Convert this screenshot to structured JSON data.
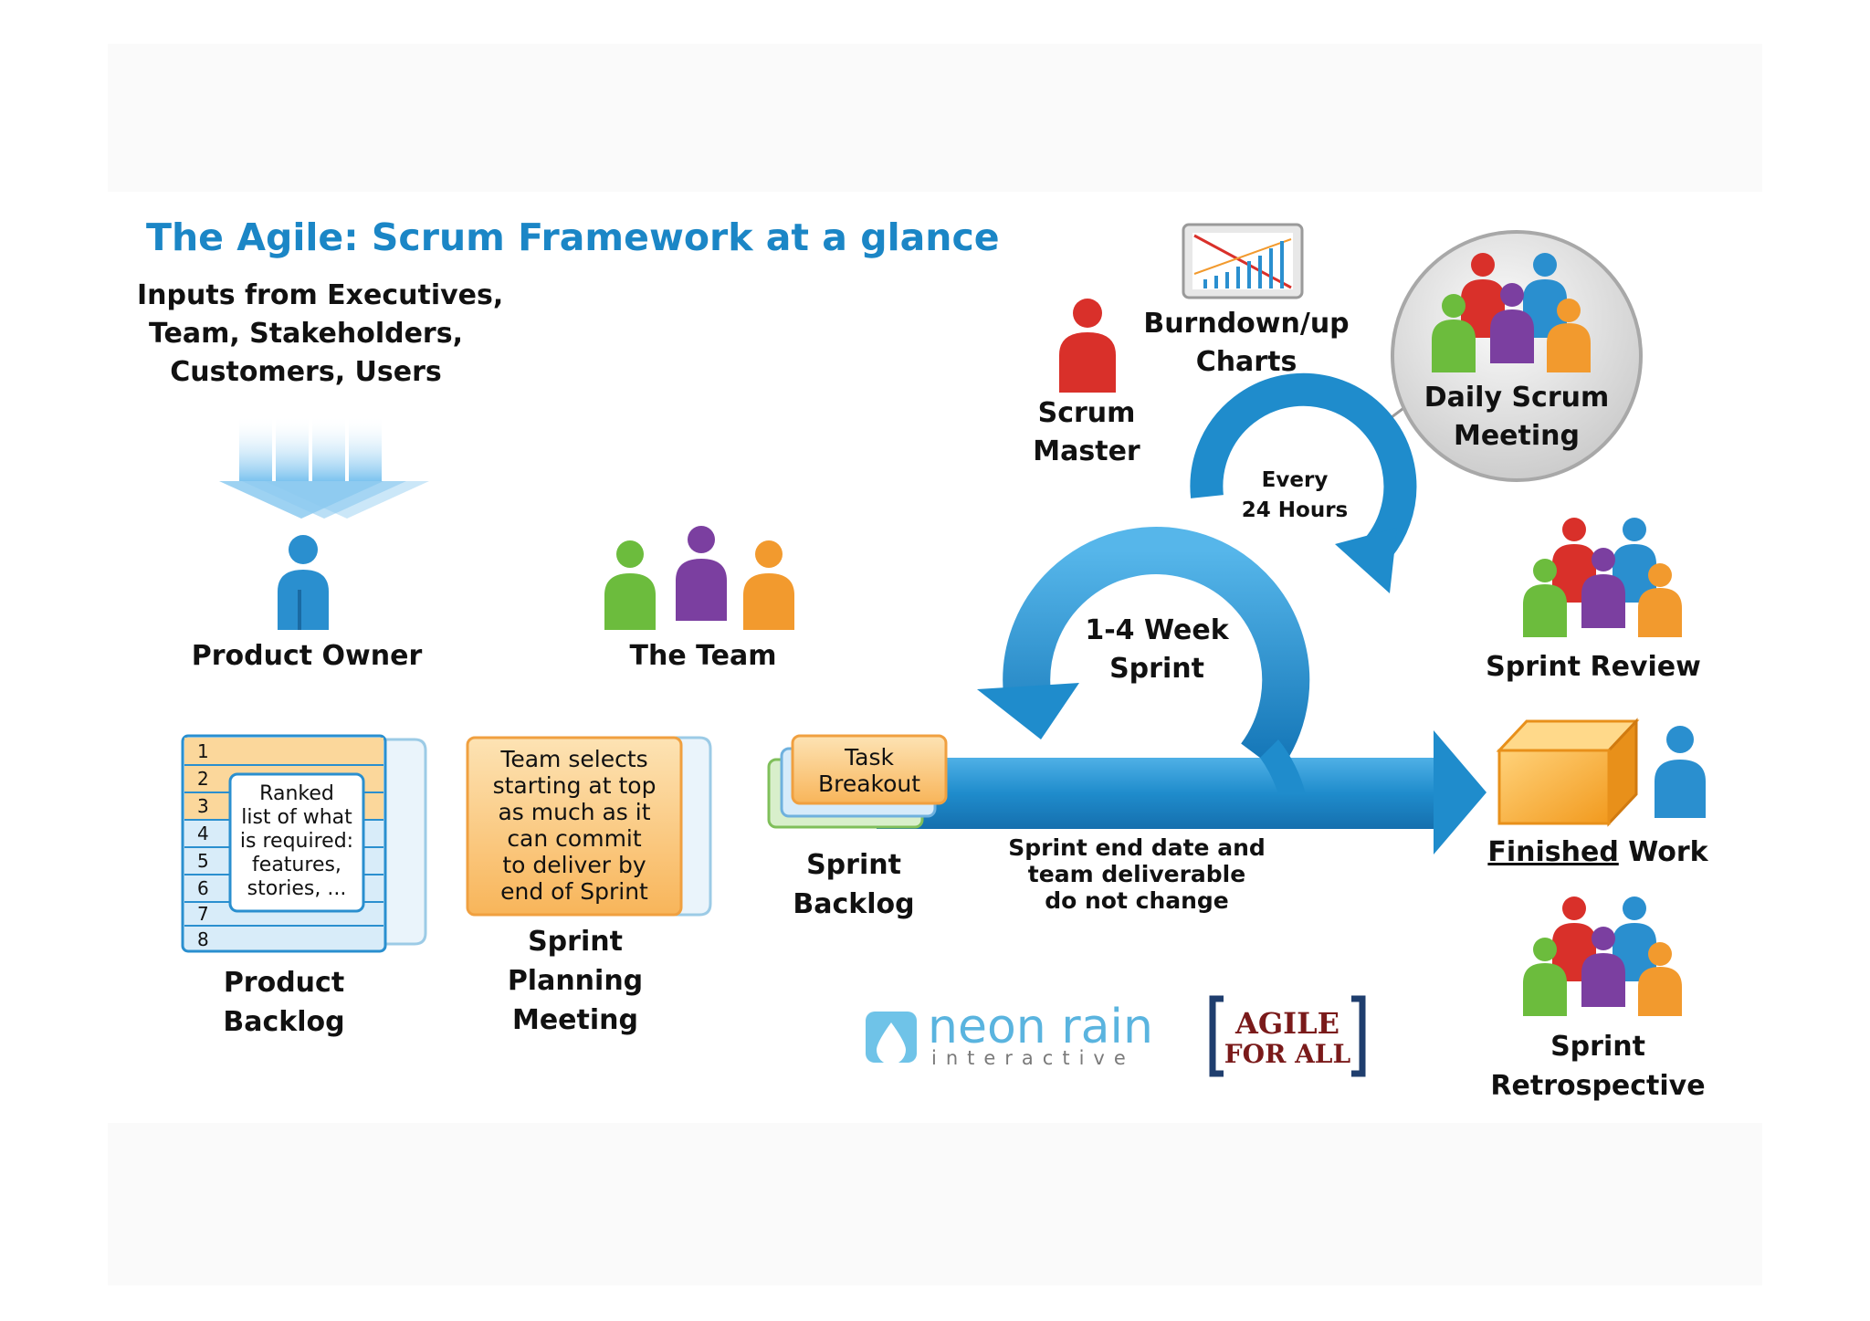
{
  "title": "The Agile: Scrum Framework at a glance",
  "inputs": [
    "Inputs from Executives,",
    "Team, Stakeholders,",
    "Customers, Users"
  ],
  "roles": {
    "product_owner": "Product Owner",
    "the_team": "The Team",
    "scrum_master": [
      "Scrum",
      "Master"
    ]
  },
  "artifacts": {
    "burndown": [
      "Burndown/up",
      "Charts"
    ],
    "product_backlog": [
      "Product",
      "Backlog"
    ],
    "backlog_rows": [
      "1",
      "2",
      "3",
      "4",
      "5",
      "6",
      "7",
      "8"
    ],
    "backlog_note": [
      "Ranked",
      "list of what",
      "is required:",
      "features,",
      "stories, ..."
    ],
    "sprint_backlog": [
      "Sprint",
      "Backlog"
    ],
    "task_breakout": [
      "Task",
      "Breakout"
    ],
    "finished_work_emph": "Finished",
    "finished_work_rest": " Work"
  },
  "events": {
    "planning_note": [
      "Team selects",
      "starting at top",
      "as much as it",
      "can commit",
      "to deliver by",
      "end of Sprint"
    ],
    "planning": [
      "Sprint",
      "Planning",
      "Meeting"
    ],
    "daily_scrum": [
      "Daily Scrum",
      "Meeting"
    ],
    "every": [
      "Every",
      "24 Hours"
    ],
    "sprint": [
      "1-4 Week",
      "Sprint"
    ],
    "sprint_end": [
      "Sprint end date and",
      "team deliverable",
      "do not change"
    ],
    "review": "Sprint Review",
    "retrospective": [
      "Sprint",
      "Retrospective"
    ]
  },
  "logos": {
    "neon_main": "neon rain",
    "neon_sub": "interactive",
    "agile_1": "AGILE",
    "agile_2": "FOR ALL"
  },
  "colors": {
    "title_blue": "#1b86c6",
    "arrow_blue": "#1f8ccc",
    "red": "#d9302a",
    "blue": "#2a8fcf",
    "green": "#6cbc3d",
    "purple": "#7b3fa0",
    "orange": "#f29a2e",
    "agile_red": "#7a1a1a"
  }
}
